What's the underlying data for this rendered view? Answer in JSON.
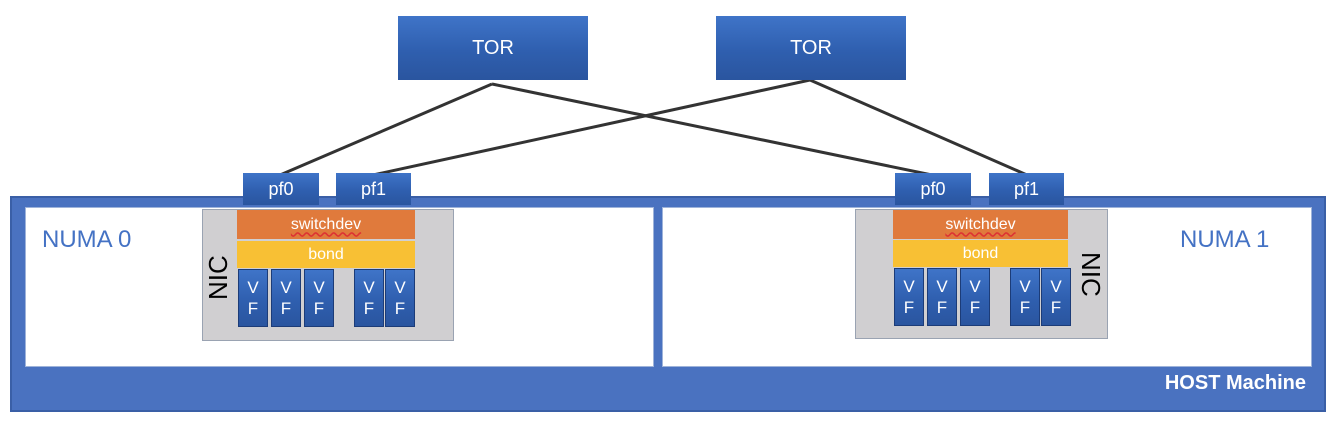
{
  "tors": [
    {
      "label": "TOR"
    },
    {
      "label": "TOR"
    }
  ],
  "host": {
    "label": "HOST Machine"
  },
  "numa": [
    {
      "label": "NUMA 0"
    },
    {
      "label": "NUMA 1"
    }
  ],
  "nic": {
    "label": "NIC",
    "pf0": "pf0",
    "pf1": "pf1",
    "switchdev": "switchdev",
    "bond": "bond",
    "vf_top": "V",
    "vf_bottom": "F"
  },
  "colors": {
    "box_blue": "#2f5faf",
    "host_blue": "#4a72c0",
    "switchdev_orange": "#e07a3c",
    "bond_yellow": "#f8c034",
    "nic_gray": "#d0cfd1"
  }
}
